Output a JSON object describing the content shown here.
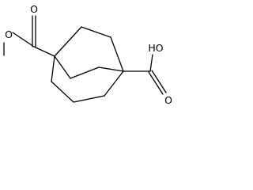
{
  "molecule": {
    "atom_labels": {
      "ester_carbonyl_oxygen": "O",
      "ester_ether_oxygen": "O",
      "acid_hydroxyl": "HO",
      "acid_carbonyl_oxygen": "O"
    },
    "colors": {
      "bond": "#000000",
      "label": "#000000",
      "background": "#ffffff"
    }
  }
}
